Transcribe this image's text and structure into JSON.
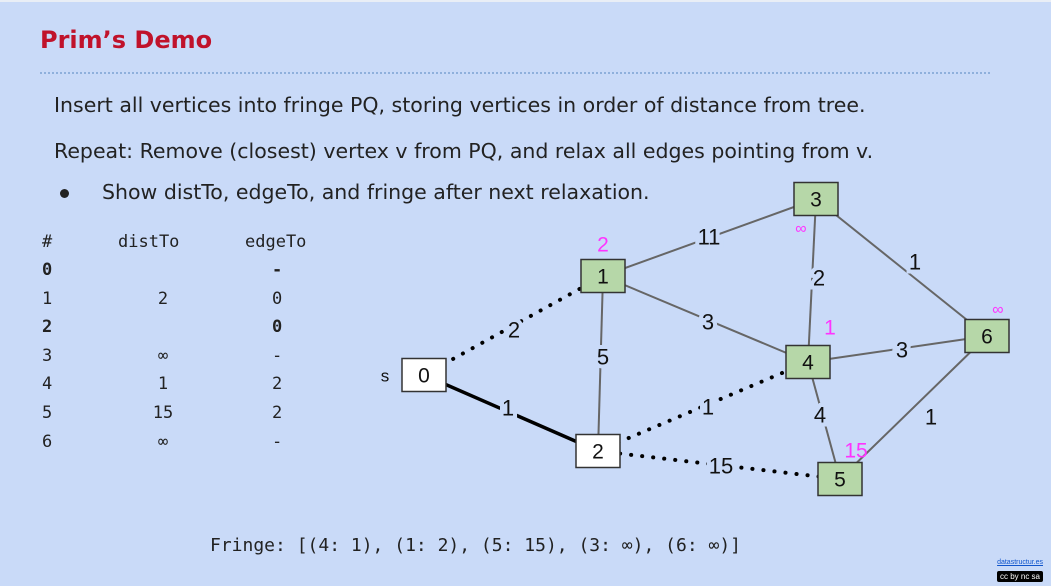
{
  "title": "Prim’s Demo",
  "lines": {
    "line1": "Insert all vertices into fringe PQ, storing vertices in order of distance from tree.",
    "line2": "Repeat: Remove (closest) vertex v from PQ, and relax all edges pointing from v.",
    "bullet": "Show distTo, edgeTo, and fringe after next relaxation."
  },
  "table": {
    "headers": {
      "vertex": "#",
      "distTo": "distTo",
      "edgeTo": "edgeTo"
    },
    "rows": [
      {
        "v": "0",
        "dist": "",
        "edge": "-",
        "bold": true
      },
      {
        "v": "1",
        "dist": "2",
        "edge": "0",
        "bold": false
      },
      {
        "v": "2",
        "dist": "",
        "edge": "0",
        "bold": true
      },
      {
        "v": "3",
        "dist": "∞",
        "edge": "-",
        "bold": false
      },
      {
        "v": "4",
        "dist": "1",
        "edge": "2",
        "bold": false
      },
      {
        "v": "5",
        "dist": "15",
        "edge": "2",
        "bold": false
      },
      {
        "v": "6",
        "dist": "∞",
        "edge": "-",
        "bold": false
      }
    ]
  },
  "graph": {
    "source_label": "s",
    "nodes": [
      {
        "id": "0",
        "fill": "#ffffff",
        "dist": ""
      },
      {
        "id": "1",
        "fill": "#b6d7a8",
        "dist": "2"
      },
      {
        "id": "2",
        "fill": "#ffffff",
        "dist": ""
      },
      {
        "id": "3",
        "fill": "#b6d7a8",
        "dist": "∞"
      },
      {
        "id": "4",
        "fill": "#b6d7a8",
        "dist": "1"
      },
      {
        "id": "5",
        "fill": "#b6d7a8",
        "dist": "15"
      },
      {
        "id": "6",
        "fill": "#b6d7a8",
        "dist": "∞"
      }
    ],
    "edges": [
      {
        "from": "0",
        "to": "1",
        "weight": "2",
        "style": "dotted"
      },
      {
        "from": "0",
        "to": "2",
        "weight": "1",
        "style": "tree"
      },
      {
        "from": "1",
        "to": "2",
        "weight": "5",
        "style": "normal"
      },
      {
        "from": "1",
        "to": "3",
        "weight": "11",
        "style": "normal"
      },
      {
        "from": "1",
        "to": "4",
        "weight": "3",
        "style": "normal"
      },
      {
        "from": "2",
        "to": "4",
        "weight": "1",
        "style": "dotted"
      },
      {
        "from": "2",
        "to": "5",
        "weight": "15",
        "style": "dotted"
      },
      {
        "from": "3",
        "to": "4",
        "weight": "2",
        "style": "normal"
      },
      {
        "from": "3",
        "to": "6",
        "weight": "1",
        "style": "normal"
      },
      {
        "from": "4",
        "to": "6",
        "weight": "3",
        "style": "normal"
      },
      {
        "from": "4",
        "to": "5",
        "weight": "4",
        "style": "normal"
      },
      {
        "from": "5",
        "to": "6",
        "weight": "1",
        "style": "normal"
      }
    ],
    "dist_color": "#ff33ff",
    "edge_color": "#666666",
    "tree_edge_color": "#000000"
  },
  "fringe": "Fringe: [(4: 1), (1: 2), (5: 15), (3: ∞), (6: ∞)]",
  "credit": {
    "link": "datastructur.es",
    "license": "cc by nc sa"
  }
}
